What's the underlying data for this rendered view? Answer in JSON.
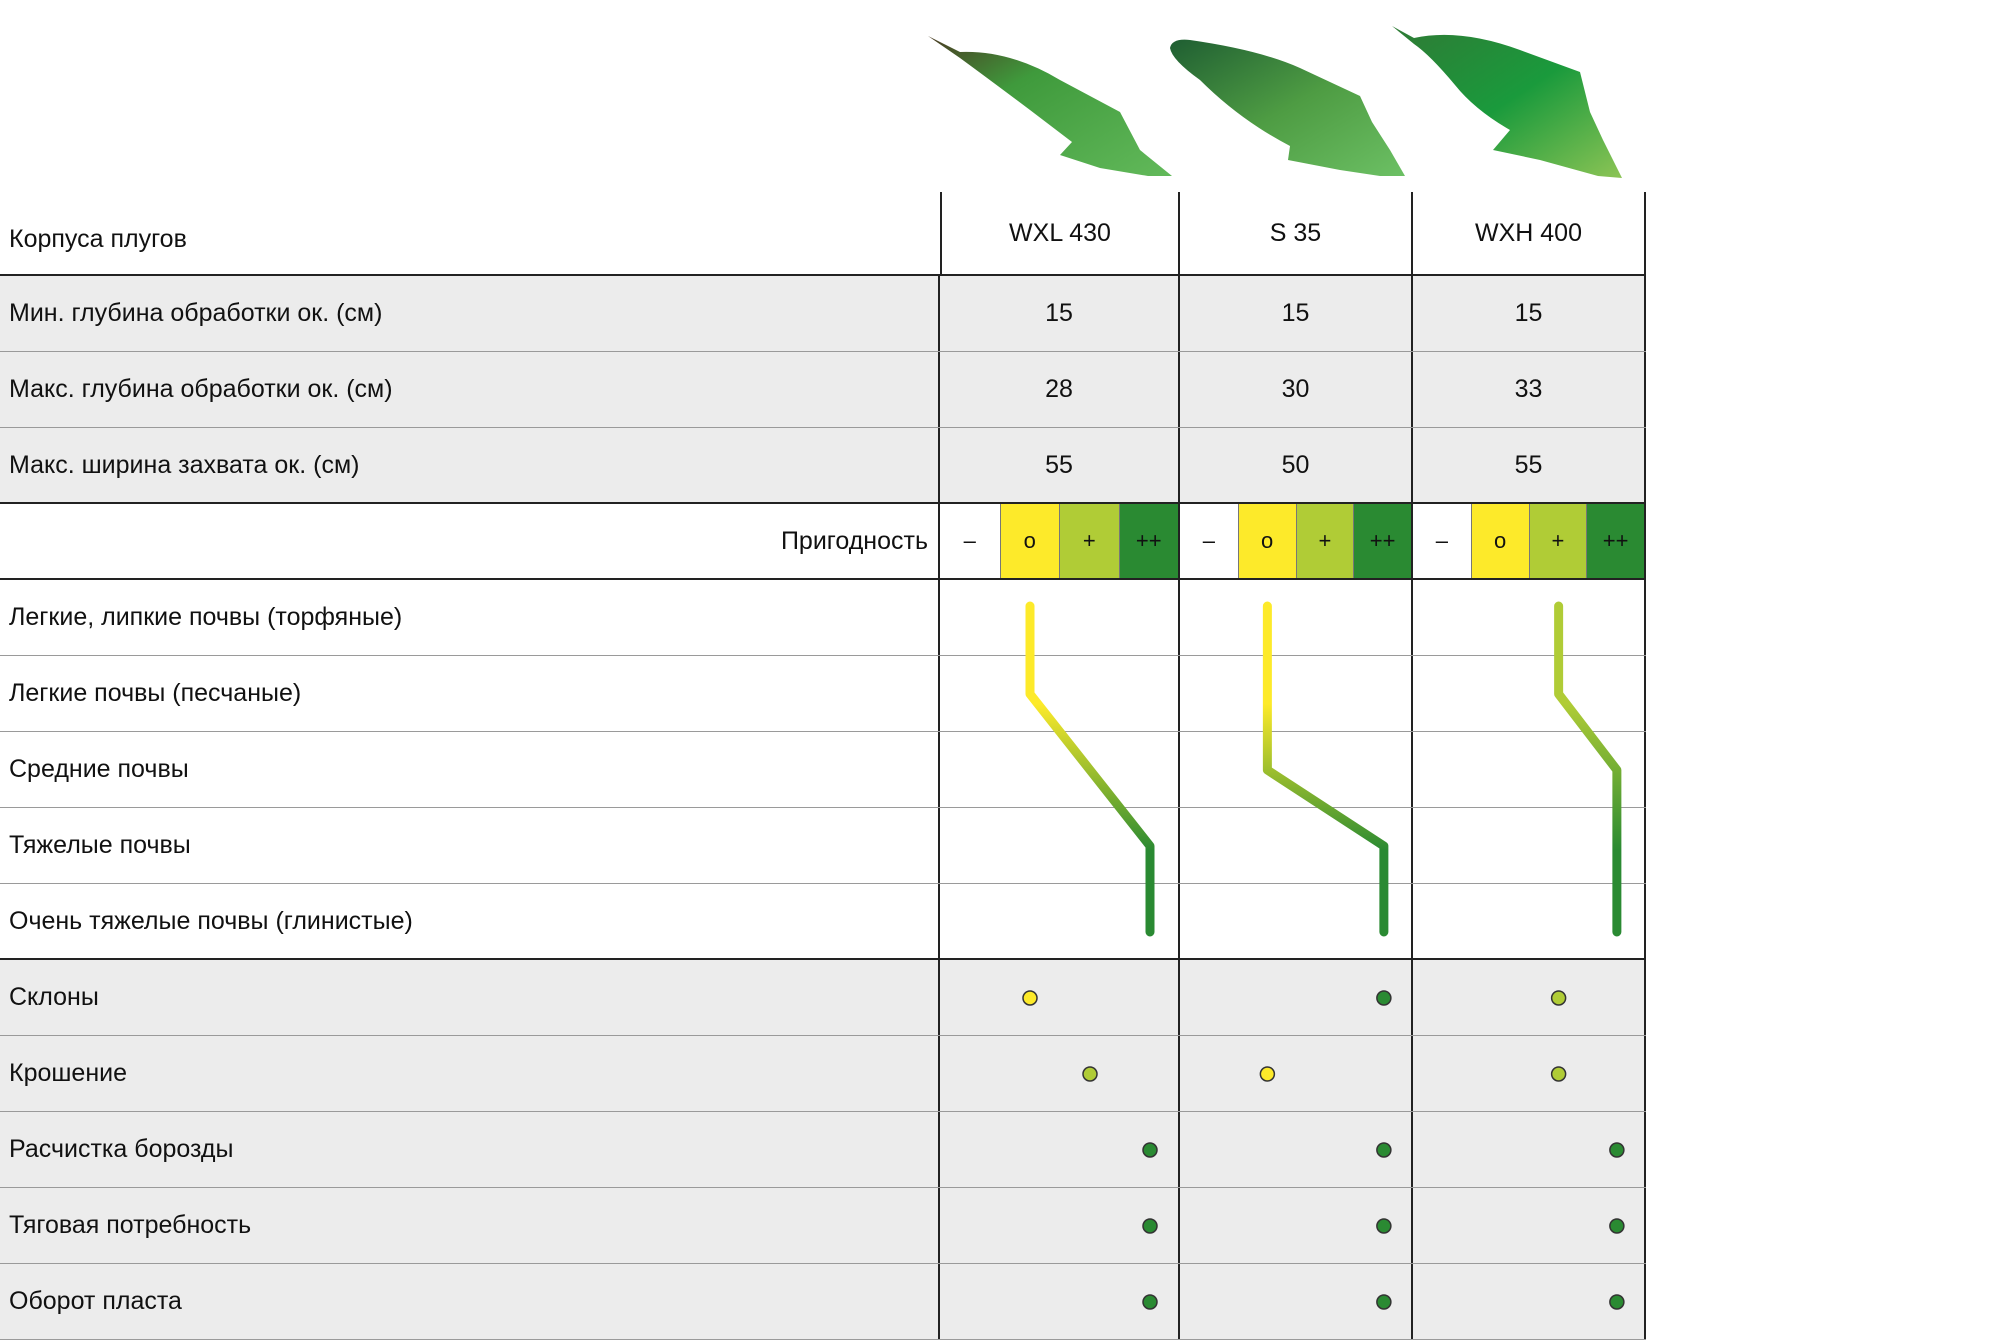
{
  "header": {
    "title": "Корпуса плугов",
    "models": [
      "WXL 430",
      "S 35",
      "WXH 400"
    ]
  },
  "specs": [
    {
      "label": "Мин. глубина обработки ок. (см)",
      "values": [
        "15",
        "15",
        "15"
      ]
    },
    {
      "label": "Макс. глубина обработки ок. (см)",
      "values": [
        "28",
        "30",
        "33"
      ]
    },
    {
      "label": "Макс. ширина захвата ок. (см)",
      "values": [
        "55",
        "50",
        "55"
      ]
    }
  ],
  "suitability": {
    "label": "Пригодность",
    "levels": [
      "–",
      "o",
      "+",
      "++"
    ]
  },
  "colors": {
    "level_0": "#ffffff",
    "level_1": "#fdea2a",
    "level_2": "#b0cc36",
    "level_3": "#2a8a32",
    "row_gray": "#ececec"
  },
  "soil_rows": [
    "Легкие, липкие почвы (торфяные)",
    "Легкие почвы (песчаные)",
    "Средние почвы",
    "Тяжелые почвы",
    "Очень тяжелые почвы (глинистые)"
  ],
  "soil_ratings": [
    [
      "o",
      "o",
      "+",
      "++",
      "++"
    ],
    [
      "o",
      "o",
      "o",
      "++",
      "++"
    ],
    [
      "+",
      "+",
      "++",
      "++",
      "++"
    ]
  ],
  "criteria": [
    {
      "label": "Склоны",
      "ratings": [
        "o",
        "++",
        "+"
      ]
    },
    {
      "label": "Крошение",
      "ratings": [
        "+",
        "o",
        "+"
      ]
    },
    {
      "label": "Расчистка борозды",
      "ratings": [
        "++",
        "++",
        "++"
      ]
    },
    {
      "label": "Тяговая потребность",
      "ratings": [
        "++",
        "++",
        "++"
      ]
    },
    {
      "label": "Оборот пласта",
      "ratings": [
        "++",
        "++",
        "++"
      ]
    }
  ]
}
